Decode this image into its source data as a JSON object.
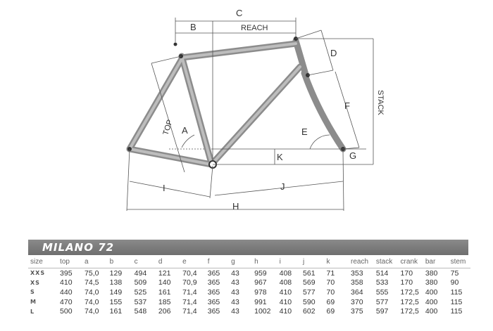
{
  "diagram": {
    "labels": {
      "A": "A",
      "B": "B",
      "C": "C",
      "D": "D",
      "E": "E",
      "F": "F",
      "G": "G",
      "H": "H",
      "I": "I",
      "J": "J",
      "K": "K",
      "reach": "REACH",
      "stack": "STACK",
      "top": "TOP"
    }
  },
  "table": {
    "title": "MILANO 72",
    "columns": [
      "size",
      "top",
      "a",
      "b",
      "c",
      "d",
      "e",
      "f",
      "g",
      "h",
      "i",
      "j",
      "k",
      "reach",
      "stack",
      "crank",
      "bar",
      "stem"
    ],
    "rows": [
      [
        "XXS",
        "395",
        "75,0",
        "129",
        "494",
        "121",
        "70,4",
        "365",
        "43",
        "959",
        "408",
        "561",
        "71",
        "353",
        "514",
        "170",
        "380",
        "75"
      ],
      [
        "XS",
        "410",
        "74,5",
        "138",
        "509",
        "140",
        "70,9",
        "365",
        "43",
        "967",
        "408",
        "569",
        "70",
        "358",
        "533",
        "170",
        "380",
        "90"
      ],
      [
        "S",
        "440",
        "74,0",
        "149",
        "525",
        "161",
        "71,4",
        "365",
        "43",
        "978",
        "410",
        "577",
        "70",
        "364",
        "555",
        "172,5",
        "400",
        "115"
      ],
      [
        "M",
        "470",
        "74,0",
        "155",
        "537",
        "185",
        "71,4",
        "365",
        "43",
        "991",
        "410",
        "590",
        "69",
        "370",
        "577",
        "172,5",
        "400",
        "115"
      ],
      [
        "L",
        "500",
        "74,0",
        "161",
        "548",
        "206",
        "71,4",
        "365",
        "43",
        "1002",
        "410",
        "602",
        "69",
        "375",
        "597",
        "172,5",
        "400",
        "115"
      ]
    ]
  }
}
